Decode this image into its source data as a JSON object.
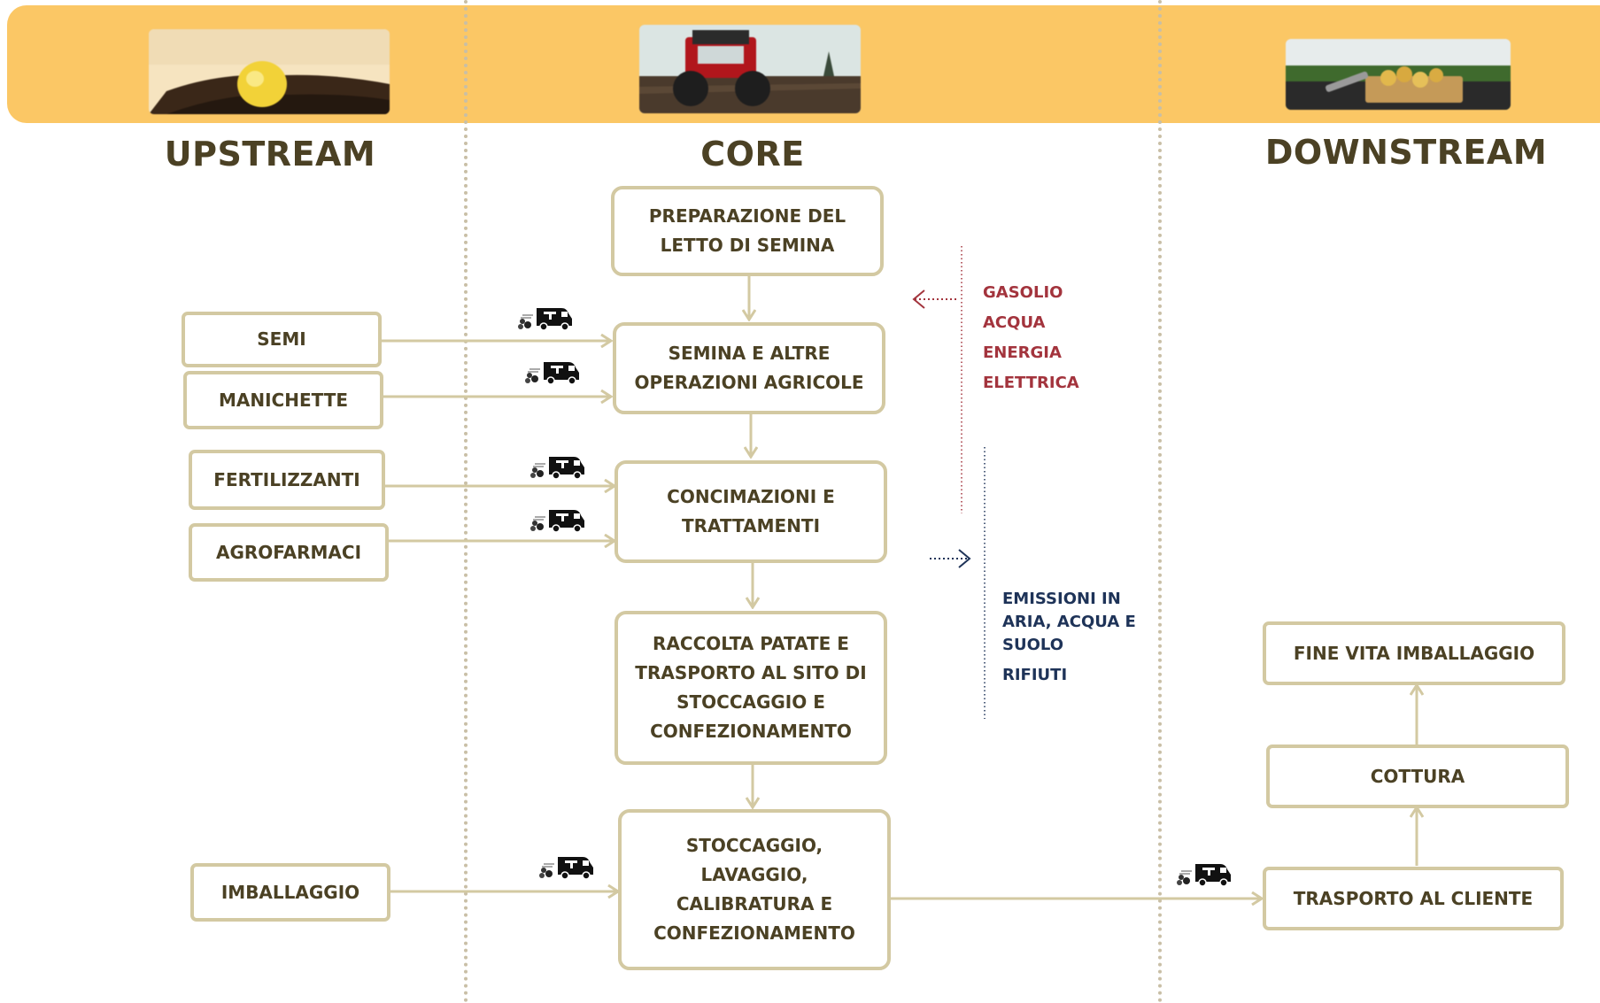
{
  "sections": {
    "upstream": "UPSTREAM",
    "core": "CORE",
    "downstream": "DOWNSTREAM"
  },
  "core_steps": [
    "PREPARAZIONE DEL LETTO DI SEMINA",
    "SEMINA E ALTRE OPERAZIONI AGRICOLE",
    "CONCIMAZIONI E TRATTAMENTI",
    "RACCOLTA PATATE E TRASPORTO AL SITO DI STOCCAGGIO E CONFEZIONAMENTO",
    "STOCCAGGIO, LAVAGGIO, CALIBRATURA E CONFEZIONAMENTO"
  ],
  "upstream_inputs": [
    "SEMI",
    "MANICHETTE",
    "FERTILIZZANTI",
    "AGROFARMACI",
    "IMBALLAGGIO"
  ],
  "downstream_steps": [
    "TRASPORTO AL CLIENTE",
    "COTTURA",
    "FINE VITA IMBALLAGGIO"
  ],
  "resource_inputs": [
    "GASOLIO",
    "ACQUA",
    "ENERGIA ELETTRICA"
  ],
  "outputs": [
    "EMISSIONI IN ARIA, ACQUA E SUOLO",
    "RIFIUTI"
  ],
  "colors": {
    "banner": "#fbc765",
    "box_border": "#d3c9a2",
    "text": "#4b4124",
    "inputs_accent": "#a3343d",
    "outputs_accent": "#1e3358"
  },
  "icons": {
    "transport": "truck-icon",
    "photos": [
      "seed-potato-photo",
      "tractor-photo",
      "cooked-potatoes-photo"
    ]
  }
}
